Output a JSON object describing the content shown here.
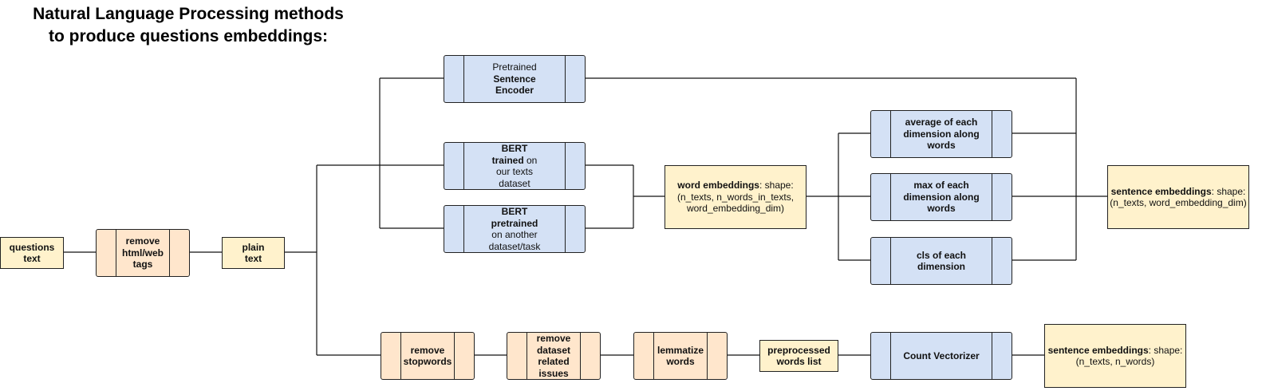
{
  "title": {
    "line1": "Natural Language Processing methods",
    "line2": "to produce questions embeddings:"
  },
  "nodes": {
    "questions_text": "questions text",
    "remove_html": "remove html/web tags",
    "plain_text": "plain text",
    "sentence_encoder": {
      "line1": "Pretrained",
      "line2": "Sentence",
      "line3": "Encoder"
    },
    "bert_trained": {
      "line1": "BERT",
      "bold2": "trained",
      "rest2": " on",
      "line3": "our texts",
      "line4": "dataset"
    },
    "bert_pretrained": {
      "line1": "BERT",
      "line2": "pretrained",
      "line3": "on another",
      "line4": "dataset/task"
    },
    "word_embeddings": {
      "label": "word embeddings",
      "suffix": ":  shape:",
      "line2": "(n_texts, n_words_in_texts,",
      "line3": "word_embedding_dim)"
    },
    "average": {
      "line1": "average of each",
      "line2": "dimension along",
      "line3": "words"
    },
    "max": {
      "line1": "max of each",
      "line2": "dimension along",
      "line3": "words"
    },
    "cls": {
      "line1": "cls of each",
      "line2": "dimension"
    },
    "sentence_embeddings_top": {
      "label": "sentence embeddings",
      "suffix": ":  shape:",
      "line2": "(n_texts, word_embedding_dim)"
    },
    "remove_stopwords": {
      "line1": "remove",
      "line2": "stopwords"
    },
    "remove_dataset_issues": {
      "line1": "remove",
      "line2": "dataset",
      "line3": "related",
      "line4": "issues"
    },
    "lemmatize": {
      "line1": "lemmatize",
      "line2": "words"
    },
    "preprocessed": {
      "line1": "preprocessed",
      "line2": "words list"
    },
    "count_vectorizer": "Count Vectorizer",
    "sentence_embeddings_bottom": {
      "label": "sentence embeddings",
      "suffix": ":  shape:",
      "line2": "(n_texts, n_words)"
    }
  },
  "colors": {
    "process_blue": "#d4e1f5",
    "process_peach": "#ffe6cc",
    "data_yellow": "#fff2cc",
    "stroke": "#222222"
  }
}
